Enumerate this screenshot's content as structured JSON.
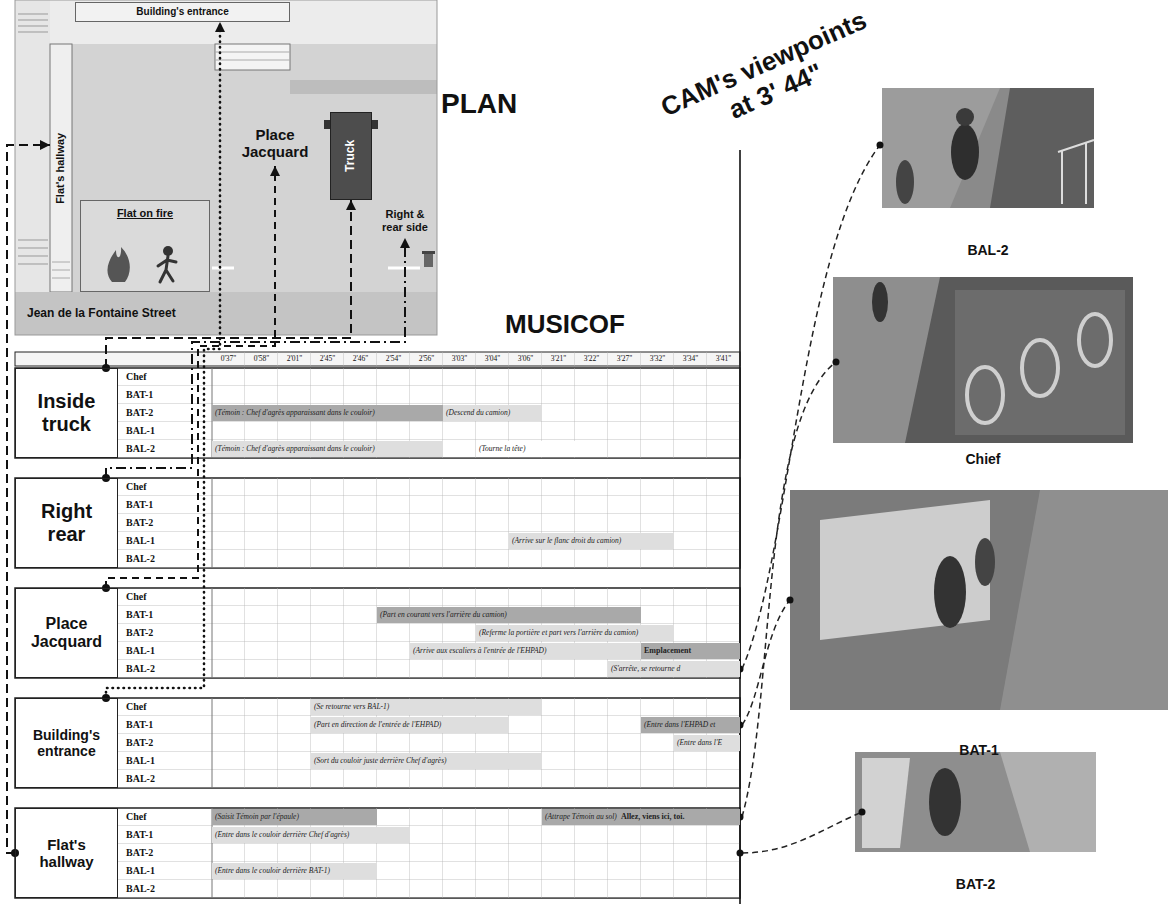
{
  "diagram": {
    "nodes": [
      {
        "text": [
          "Building's entrance"
        ]
      },
      {
        "text": [
          "Flat's hallway"
        ]
      },
      {
        "text": [
          "Place Jacquard"
        ]
      },
      {
        "text": [
          "Truck"
        ]
      },
      {
        "text": [
          "Right & rear side"
        ]
      },
      {
        "text": [
          "Flat on fire"
        ]
      },
      {
        "text": [
          "Jean de la Fontaine Street"
        ]
      },
      {
        "text": [
          "Inside truck"
        ]
      },
      {
        "text": [
          "Right rear"
        ]
      },
      {
        "text": [
          "Place Jacquard"
        ]
      },
      {
        "text": [
          "Building's entrance"
        ]
      },
      {
        "text": [
          "Flat's hallway"
        ]
      },
      {
        "text": [
          "BAL-2"
        ]
      },
      {
        "text": [
          "Chief"
        ]
      },
      {
        "text": [
          "BAT-1"
        ]
      },
      {
        "text": [
          "BAT-2"
        ]
      }
    ],
    "edges": [
      {
        "from": 7,
        "to": 3,
        "arrow": "to"
      },
      {
        "from": 8,
        "to": 4,
        "arrow": "to"
      },
      {
        "from": 9,
        "to": 2,
        "arrow": "to"
      },
      {
        "from": 10,
        "to": 0,
        "arrow": "to"
      },
      {
        "from": 11,
        "to": 1,
        "arrow": "to"
      }
    ],
    "labels": [
      "PLAN",
      "MUSICOF",
      "CAM's viewpoints at 3' 44\"",
      "0'37\"",
      "0'58\"",
      "2'01\"",
      "2'45\"",
      "2'46\"",
      "2'54\"",
      "2'56\"",
      "3'03\"",
      "3'04\"",
      "3'06\"",
      "3'21\"",
      "3'22\"",
      "3'27\"",
      "3'32\"",
      "3'34\"",
      "3'41\"",
      "Chef",
      "BAT-1",
      "BAT-2",
      "BAL-1",
      "BAL-2",
      "Chef",
      "BAT-1",
      "BAT-2",
      "BAL-1",
      "BAL-2",
      "Chef",
      "BAT-1",
      "BAT-2",
      "BAL-1",
      "BAL-2",
      "Chef",
      "BAT-1",
      "BAT-2",
      "BAL-1",
      "BAL-2",
      "Chef",
      "BAT-1",
      "BAT-2",
      "BAL-1",
      "BAL-2",
      "(Témoin : Chef d'agrès apparaissant dans le couloir)",
      "(Descend du camion)",
      "(Témoin : Chef d'agrès apparaissant dans le couloir)",
      "(Tourne la tête)",
      "(Arrive sur le flanc droit du camion)",
      "(Part en courant vers l'arrière du camion)",
      "(Referme la portière et part vers l'arrière du camion)",
      "(Arrive aux escaliers à l'entrée de l'EHPAD)",
      "Emplacement",
      "(S'arrête, se retourne d",
      "(Se retourne vers BAL-1)",
      "(Part en direction de l'entrée de l'EHPAD)",
      "(Entre dans l'EHPAD et",
      "(Entre dans l'E",
      "(Sort du couloir juste derrière Chef d'agrès)",
      "(Saisit Témoin par l'épaule)",
      "(Attrape Témoin au sol)",
      "Allez, viens ici, toi.",
      "(Entre dans le couloir derrière Chef d'agrès)",
      "(Entre dans le couloir derrière BAT-1)"
    ]
  }
}
